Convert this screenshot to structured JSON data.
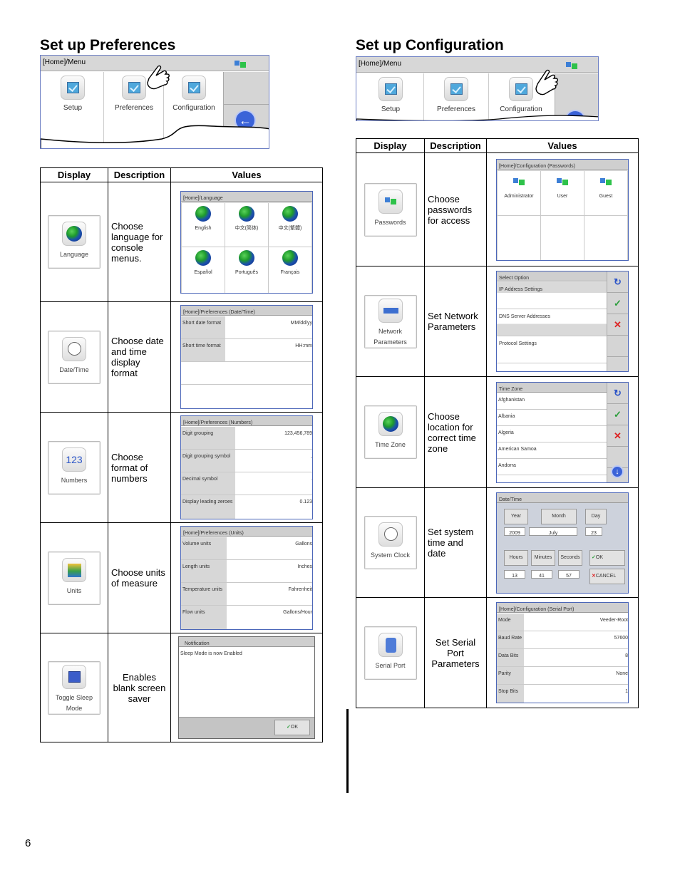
{
  "left": {
    "heading": "Set up Preferences",
    "menu": {
      "title": "[Home]/Menu",
      "tiles": [
        "Setup",
        "Preferences",
        "Configuration"
      ]
    },
    "table": {
      "headers": [
        "Display",
        "Description",
        "Values"
      ],
      "rows": [
        {
          "icon": "Language",
          "desc": "Choose language for console menus.",
          "panel": {
            "title": "[Home]/Language",
            "items": [
              "English",
              "中文(简体)",
              "中文(繁體)",
              "Español",
              "Português",
              "Français"
            ]
          }
        },
        {
          "icon": "Date/Time",
          "desc": "Choose date and time display format",
          "panel": {
            "title": "[Home]/Preferences (Date/Time)",
            "rows": [
              [
                "Short date format",
                "MM/dd/yy"
              ],
              [
                "Short time format",
                "HH:mm"
              ]
            ]
          }
        },
        {
          "icon": "Numbers",
          "icon_text": "123",
          "desc": "Choose format of numbers",
          "panel": {
            "title": "[Home]/Preferences (Numbers)",
            "rows": [
              [
                "Digit grouping",
                "123,456,789"
              ],
              [
                "Digit grouping symbol",
                ","
              ],
              [
                "Decimal symbol",
                "."
              ],
              [
                "Display leading zeroes",
                "0.123"
              ]
            ]
          }
        },
        {
          "icon": "Units",
          "desc": "Choose units of measure",
          "panel": {
            "title": "[Home]/Preferences (Units)",
            "rows": [
              [
                "Volume units",
                "Gallons"
              ],
              [
                "Length units",
                "Inches"
              ],
              [
                "Temperature units",
                "Fahrenheit"
              ],
              [
                "Flow units",
                "Gallons/Hour"
              ]
            ]
          }
        },
        {
          "icon": "Toggle Sleep Mode",
          "desc": "Enables blank screen saver",
          "panel": {
            "title": "Notification",
            "message": "Sleep Mode is now Enabled",
            "ok": "OK"
          }
        }
      ]
    }
  },
  "right": {
    "heading": "Set up Configuration",
    "menu": {
      "title": "[Home]/Menu",
      "tiles": [
        "Setup",
        "Preferences",
        "Configuration"
      ]
    },
    "table": {
      "headers": [
        "Display",
        "Description",
        "Values"
      ],
      "rows": [
        {
          "icon": "Passwords",
          "desc": "Choose passwords for access",
          "panel": {
            "title": "[Home]/Configuration (Passwords)",
            "items": [
              "Administrator",
              "User",
              "Guest"
            ]
          }
        },
        {
          "icon": "Network Parameters",
          "desc": "Set Network Parameters",
          "panel": {
            "title": "Select Option",
            "items": [
              "IP Address Settings",
              "DNS Server Addresses",
              "Protocol Settings"
            ]
          }
        },
        {
          "icon": "Time Zone",
          "desc": "Choose location for correct time zone",
          "panel": {
            "title": "Time Zone",
            "items": [
              "Afghanistan",
              "Albania",
              "Algeria",
              "American Samoa",
              "Andorra"
            ]
          }
        },
        {
          "icon": "System Clock",
          "desc": "Set system time and date",
          "panel": {
            "title": "Date/Time",
            "labels_top": [
              "Year",
              "Month",
              "Day"
            ],
            "values_top": [
              "2009",
              "July",
              "23"
            ],
            "labels_bottom": [
              "Hours",
              "Minutes",
              "Seconds"
            ],
            "values_bottom": [
              "13",
              "41",
              "57"
            ],
            "ok": "OK",
            "cancel": "CANCEL"
          }
        },
        {
          "icon": "Serial Port",
          "desc": "Set Serial Port Parameters",
          "panel": {
            "title": "[Home]/Configuration (Serial Port)",
            "rows": [
              [
                "Mode",
                "Veeder-Root"
              ],
              [
                "Baud Rate",
                "57600"
              ],
              [
                "Data Bits",
                "8"
              ],
              [
                "Parity",
                "None"
              ],
              [
                "Stop Bits",
                "1"
              ]
            ]
          }
        }
      ]
    }
  },
  "page_number": "6"
}
